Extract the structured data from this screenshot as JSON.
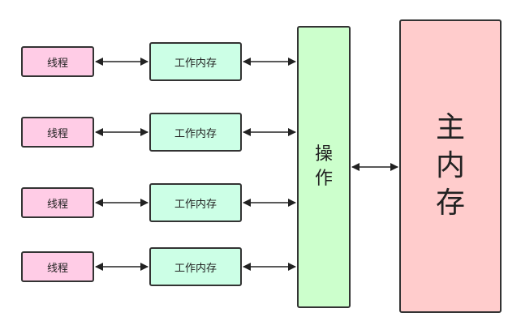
{
  "diagram": {
    "threads": [
      {
        "label": "线程",
        "work_memory_label": "工作内存"
      },
      {
        "label": "线程",
        "work_memory_label": "工作内存"
      },
      {
        "label": "线程",
        "work_memory_label": "工作内存"
      },
      {
        "label": "线程",
        "work_memory_label": "工作内存"
      }
    ],
    "operation_label": "操作",
    "main_memory_label": "主内存",
    "colors": {
      "thread_fill": "#ffcce6",
      "work_memory_fill": "#ccffe6",
      "operation_fill": "#ccffcc",
      "main_memory_fill": "#ffcccc",
      "stroke": "#333333"
    }
  }
}
